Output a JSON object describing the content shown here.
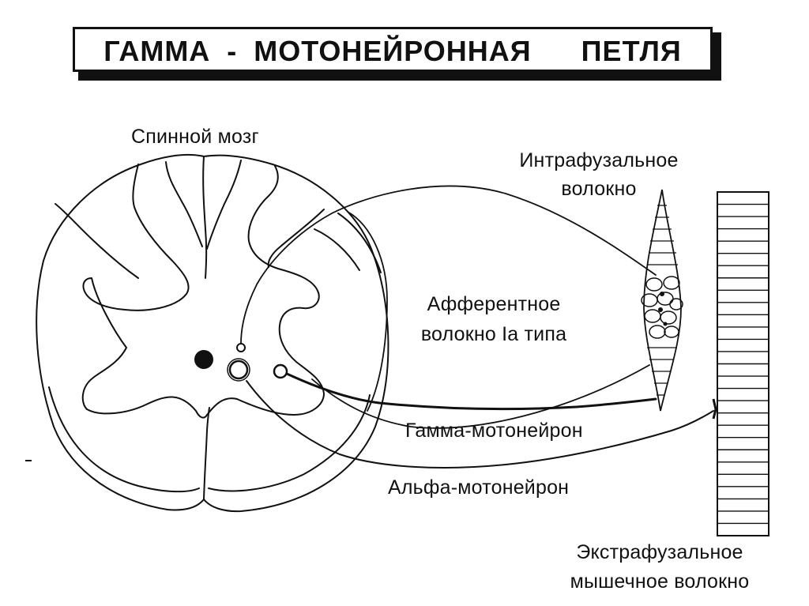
{
  "title": "ГАММА - МОТОНЕЙРОННАЯ   ПЕТЛЯ",
  "labels": {
    "spinal_cord": "Спинной мозг",
    "intrafusal_line1": "Интрафузальное",
    "intrafusal_line2": "волокно",
    "afferent_line1": "Афферентное",
    "afferent_line2": "волокно Ia типа",
    "gamma": "Гамма-мотонейрон",
    "alpha": "Альфа-мотонейрон",
    "extrafusal_line1": "Экстрафузальное",
    "extrafusal_line2": "мышечное волокно"
  },
  "extrafusal_fiber": {
    "stripe_count": 28
  }
}
